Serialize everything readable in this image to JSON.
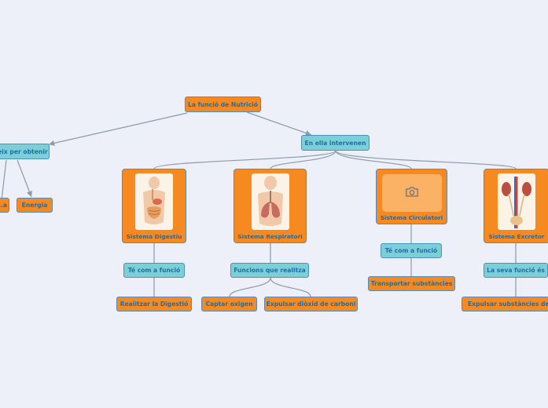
{
  "root": {
    "label": "La funció de Nutrició"
  },
  "left_branch": {
    "label": "...eix per obtenir",
    "children": [
      {
        "label": "...a"
      },
      {
        "label": "Energia"
      }
    ]
  },
  "right_branch": {
    "label": "En ella intervenen"
  },
  "systems": [
    {
      "label": "Sistema Digestiu",
      "image": "digestive-system-illustration",
      "relation": "Té com a funció",
      "functions": [
        "Realitzar la Digestió"
      ]
    },
    {
      "label": "Sistema Respiratori",
      "image": "respiratory-system-illustration",
      "relation": "Funcions que realitza",
      "functions": [
        "Captar oxigen",
        "Expulsar diòxid de carboni"
      ]
    },
    {
      "label": "Sistema Circulatori",
      "image": "camera-icon",
      "relation": "Té com a funció",
      "functions": [
        "Transportar substàncies"
      ]
    },
    {
      "label": "Sistema Excretor",
      "image": "excretory-system-illustration",
      "relation": "La seva funció és",
      "functions": [
        "Expulsar substàncies de r..."
      ]
    }
  ],
  "colors": {
    "background": "#eef0f9",
    "node_orange": "#f6891f",
    "node_teal": "#7ccfd6",
    "text": "#1e6fa8",
    "connector": "#8a9aa8"
  }
}
